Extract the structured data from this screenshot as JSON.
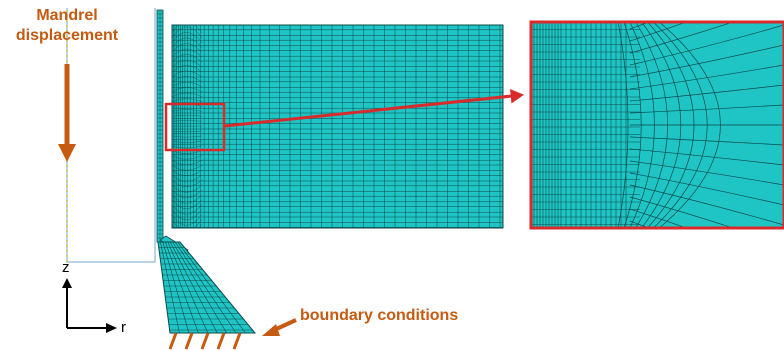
{
  "labels": {
    "mandrel_line1": "Mandrel",
    "mandrel_line2": "displacement",
    "boundary": "boundary conditions",
    "axis_z": "z",
    "axis_r": "r"
  },
  "colors": {
    "mesh_fill": "#1fc4c4",
    "mesh_line": "#0b4a4a",
    "annotation": "#c55a11",
    "zoom_frame": "#d92b2b",
    "mandrel_outline": "#8fb8d8",
    "centerline": "#c8b400"
  },
  "icons": {
    "down_arrow": "down-arrow-icon",
    "zoom_arrow": "right-arrow-icon",
    "support_hatch": "fixed-support-hatch-icon"
  }
}
